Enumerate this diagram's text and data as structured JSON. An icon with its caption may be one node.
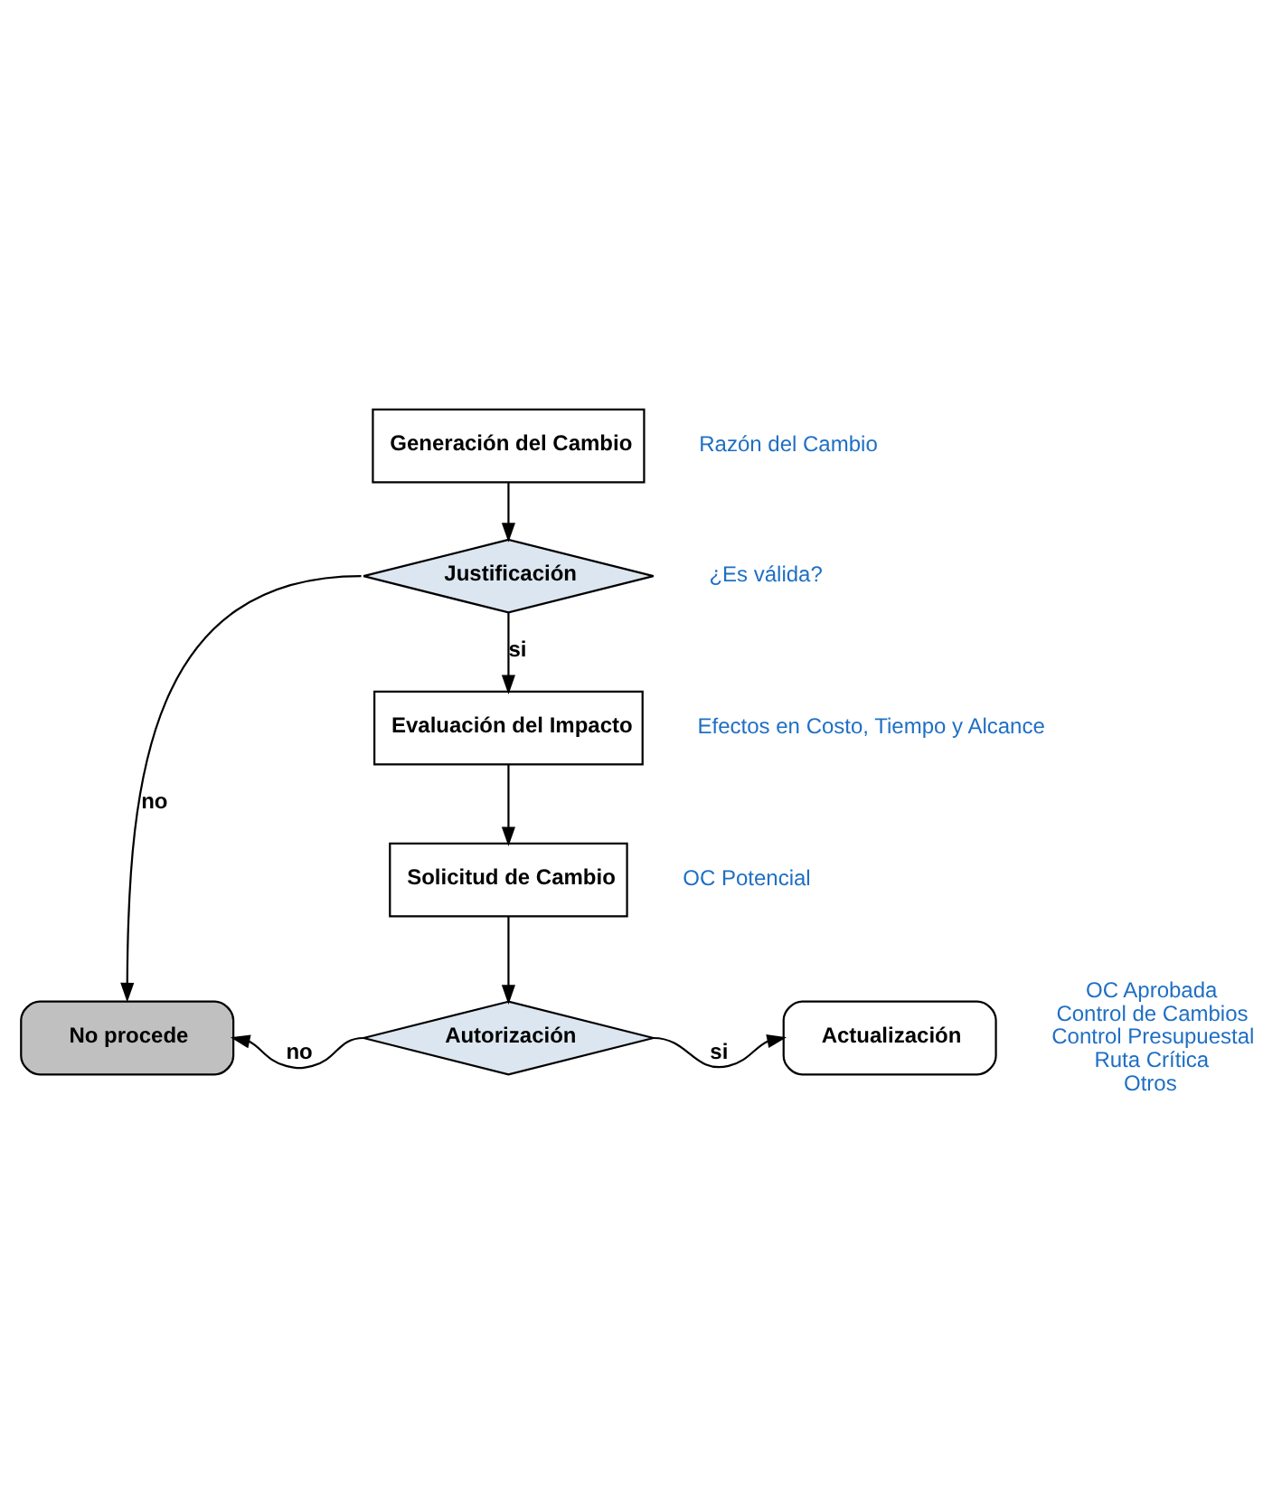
{
  "diagram": {
    "nodes": [
      {
        "text": [
          "Generación del Cambio"
        ],
        "beside": [
          "Razón del Cambio"
        ]
      },
      {
        "text": [
          "Justificación"
        ],
        "beside": [
          "¿Es válida?"
        ]
      },
      {
        "text": [
          "Evaluación del Impacto"
        ],
        "beside": [
          "Efectos en Costo, Tiempo y Alcance"
        ]
      },
      {
        "text": [
          "Solicitud de Cambio"
        ],
        "beside": [
          "OC Potencial"
        ]
      },
      {
        "text": [
          "Autorización"
        ]
      },
      {
        "text": [
          "No procede"
        ]
      },
      {
        "text": [
          "Actualización"
        ],
        "beside": [
          "OC Aprobada",
          "Control de Cambios",
          "Control Presupuestal",
          "Ruta Crítica",
          "Otros"
        ]
      }
    ],
    "edges": [
      {
        "from": 0,
        "to": 1,
        "arrow": "to"
      },
      {
        "from": 1,
        "to": 2,
        "label": "si",
        "arrow": "to"
      },
      {
        "from": 1,
        "to": 5,
        "label": "no",
        "arrow": "to"
      },
      {
        "from": 2,
        "to": 3,
        "arrow": "to"
      },
      {
        "from": 3,
        "to": 4,
        "arrow": "to"
      },
      {
        "from": 4,
        "to": 5,
        "label": "no",
        "arrow": "to"
      },
      {
        "from": 4,
        "to": 6,
        "label": "si",
        "arrow": "to"
      }
    ]
  }
}
